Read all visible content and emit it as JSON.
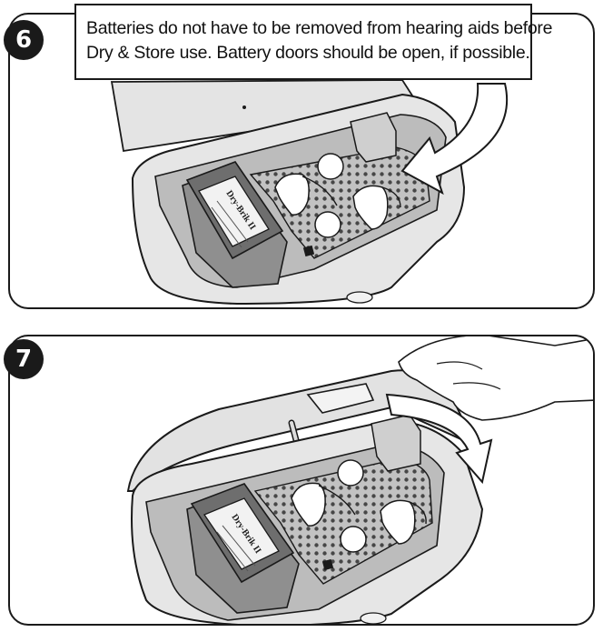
{
  "steps": [
    {
      "number": "6",
      "callout_lines": [
        "Batteries do not have to be removed from hearing aids before",
        "Dry & Store use. Battery doors should be open, if possible."
      ],
      "device_label": "Dry-Brik II"
    },
    {
      "number": "7",
      "device_label": "Dry-Brik II"
    }
  ],
  "colors": {
    "outline": "#1a1a1a",
    "case_light": "#e9e9e9",
    "case_mid": "#cfcfcf",
    "case_dark": "#9d9d9d",
    "tray": "#b8b8b8",
    "tray_holes": "#4a4a4a",
    "arrow_fill": "#ffffff"
  },
  "icons": [
    "curved-arrow-icon",
    "hand-icon"
  ]
}
